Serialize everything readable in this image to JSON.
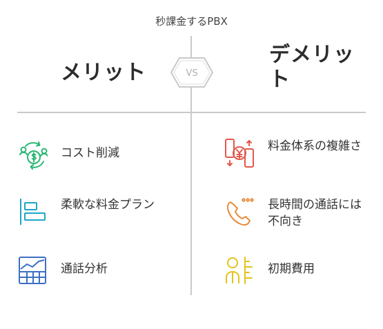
{
  "title": "秒課金するPBX",
  "vs_label": "VS",
  "left": {
    "heading": "メリット",
    "items": [
      {
        "label": "コスト削減",
        "icon": "money-cycle-icon",
        "color": "#2bb673"
      },
      {
        "label": "柔軟な料金プラン",
        "icon": "align-bars-icon",
        "color": "#1fa5c7"
      },
      {
        "label": "通話分析",
        "icon": "chart-grid-icon",
        "color": "#3b6fc4"
      }
    ]
  },
  "right": {
    "heading": "デメリット",
    "items": [
      {
        "label": "料金体系の複雑さ",
        "icon": "yen-exchange-icon",
        "color": "#e2574c"
      },
      {
        "label": "長時間の通話には不向き",
        "icon": "phone-ringing-icon",
        "color": "#e88a3a"
      },
      {
        "label": "初期費用",
        "icon": "person-ruler-icon",
        "color": "#e4c21b"
      }
    ]
  },
  "colors": {
    "divider": "#c9c9c9",
    "vs_border": "#c8c8c8",
    "vs_text": "#b0b0b0"
  }
}
